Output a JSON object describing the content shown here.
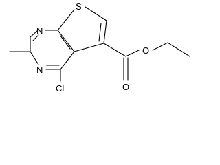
{
  "structure": {
    "atoms": {
      "sulfur": "S",
      "n1": "N",
      "n3": "N",
      "chlorine": "Cl",
      "carbonyl_oxygen": "O",
      "ester_oxygen": "O"
    }
  },
  "colors": {
    "bond": "#000000",
    "label": "#000000",
    "background": "#ffffff"
  }
}
